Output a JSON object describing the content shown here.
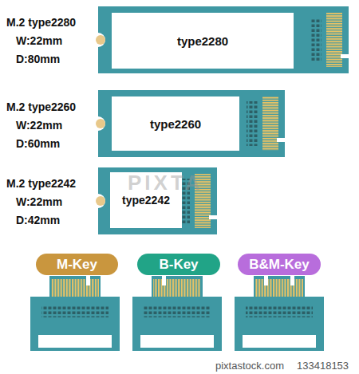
{
  "diagram": {
    "nodes": [
      {
        "text": [
          "type2280"
        ]
      },
      {
        "text": [
          "type2260"
        ]
      },
      {
        "text": [
          "type2242"
        ]
      },
      {
        "text": [
          "M-Key"
        ]
      },
      {
        "text": [
          "B-Key"
        ]
      },
      {
        "text": [
          "B&M-Key"
        ]
      }
    ],
    "labels": [
      "M.2 type2280",
      "W:22mm",
      "D:80mm",
      "M.2 type2260",
      "W:22mm",
      "D:60mm",
      "M.2 type2242",
      "W:22mm",
      "D:42mm",
      "PIXTA",
      "pixtastock.com",
      "133418153"
    ]
  }
}
